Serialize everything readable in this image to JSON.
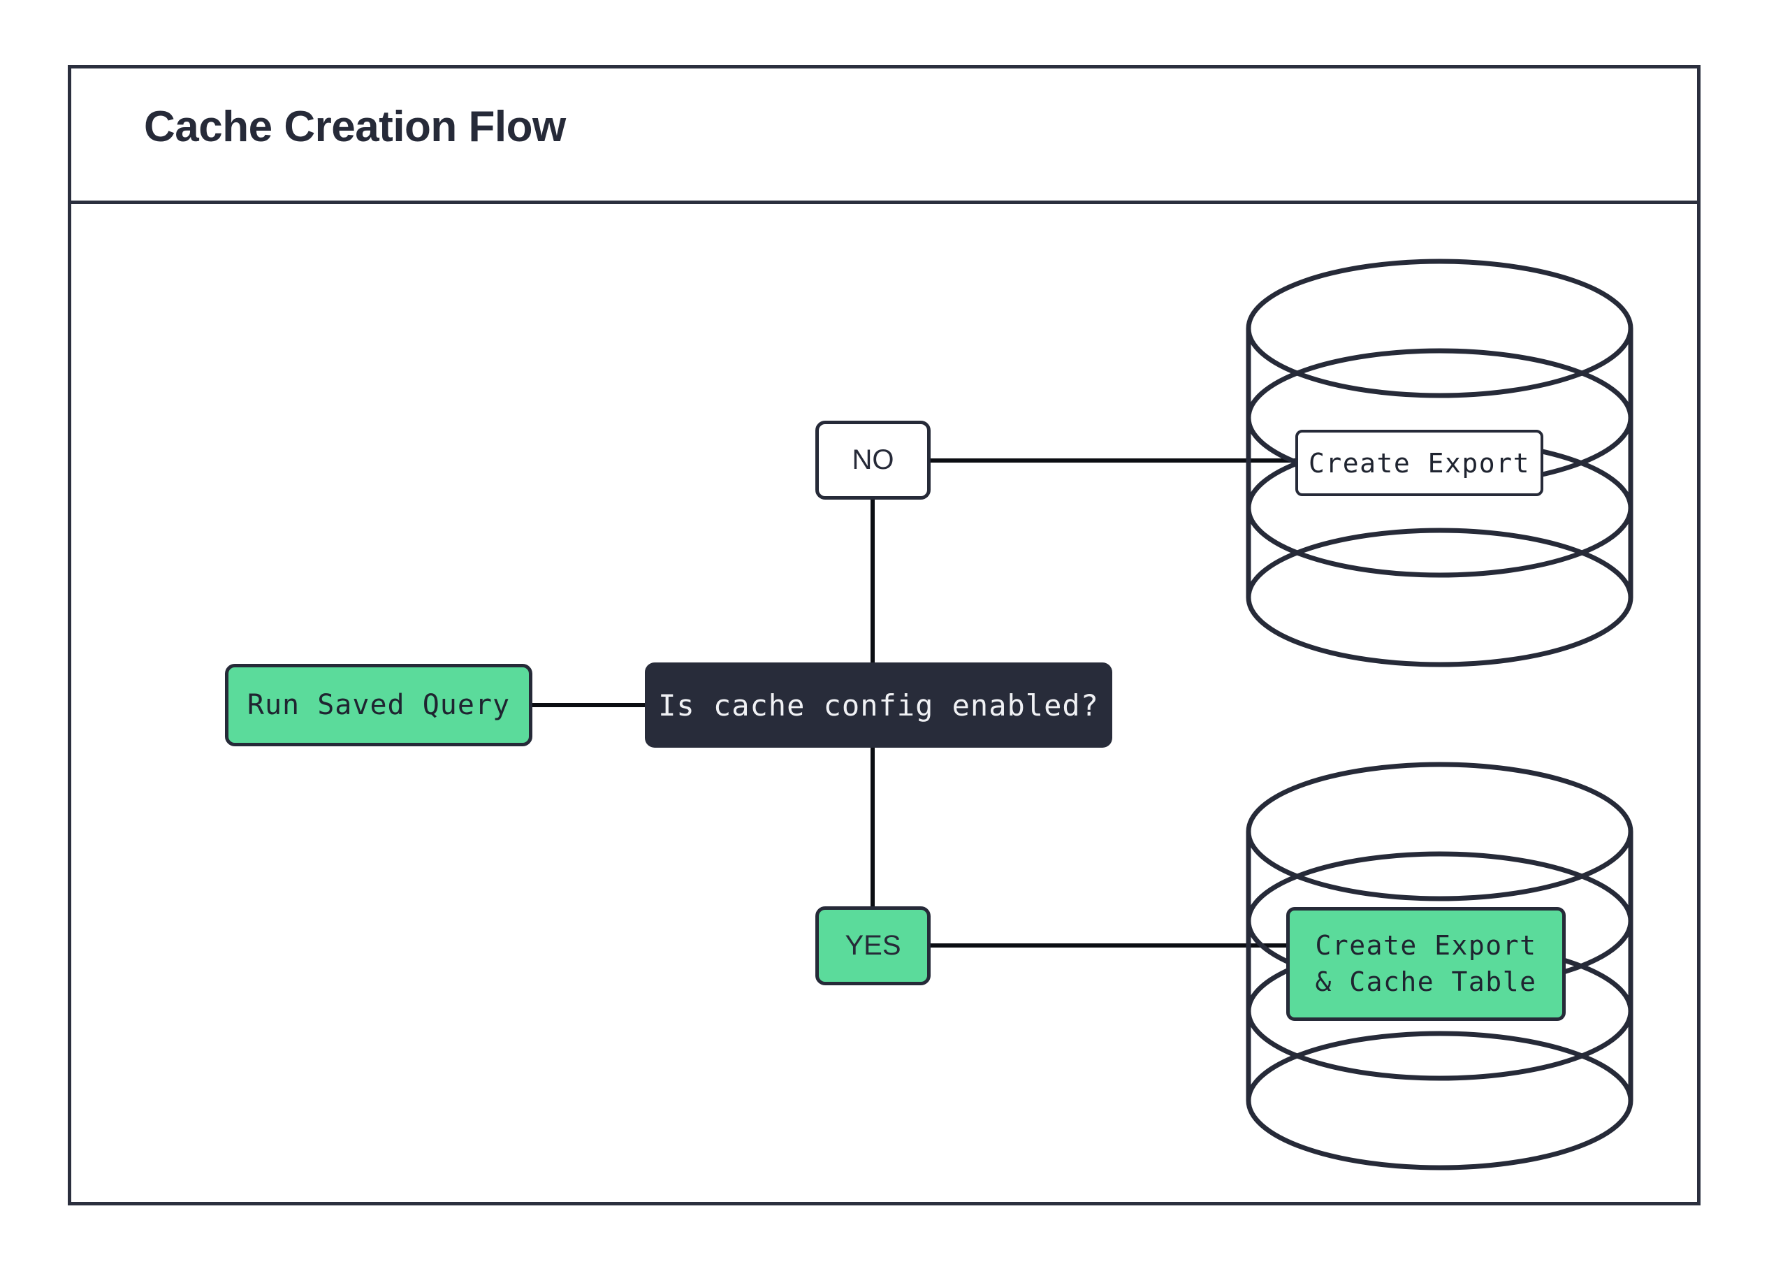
{
  "diagram": {
    "title": "Cache Creation Flow",
    "colors": {
      "accent_green": "#5BDB9B",
      "dark_navy": "#282C3A",
      "border": "#262A38",
      "background": "#FFFFFF"
    },
    "nodes": {
      "start": {
        "label": "Run Saved Query",
        "shape": "rounded-rect",
        "fill": "#5BDB9B"
      },
      "decision": {
        "label": "Is cache config enabled?",
        "shape": "rounded-rect",
        "fill": "#282C3A"
      },
      "branch_no": {
        "label": "NO",
        "shape": "rounded-rect",
        "fill": "#FFFFFF"
      },
      "branch_yes": {
        "label": "YES",
        "shape": "rounded-rect",
        "fill": "#5BDB9B"
      },
      "db_export": {
        "label": "Create Export",
        "shape": "database-cylinder",
        "fill": "#FFFFFF"
      },
      "db_export_cache": {
        "label_line1": "Create Export",
        "label_line2": "& Cache Table",
        "shape": "database-cylinder",
        "fill": "#5BDB9B"
      }
    },
    "edges": [
      {
        "from": "start",
        "to": "decision"
      },
      {
        "from": "decision",
        "to": "branch_no"
      },
      {
        "from": "decision",
        "to": "branch_yes"
      },
      {
        "from": "branch_no",
        "to": "db_export"
      },
      {
        "from": "branch_yes",
        "to": "db_export_cache"
      }
    ]
  }
}
